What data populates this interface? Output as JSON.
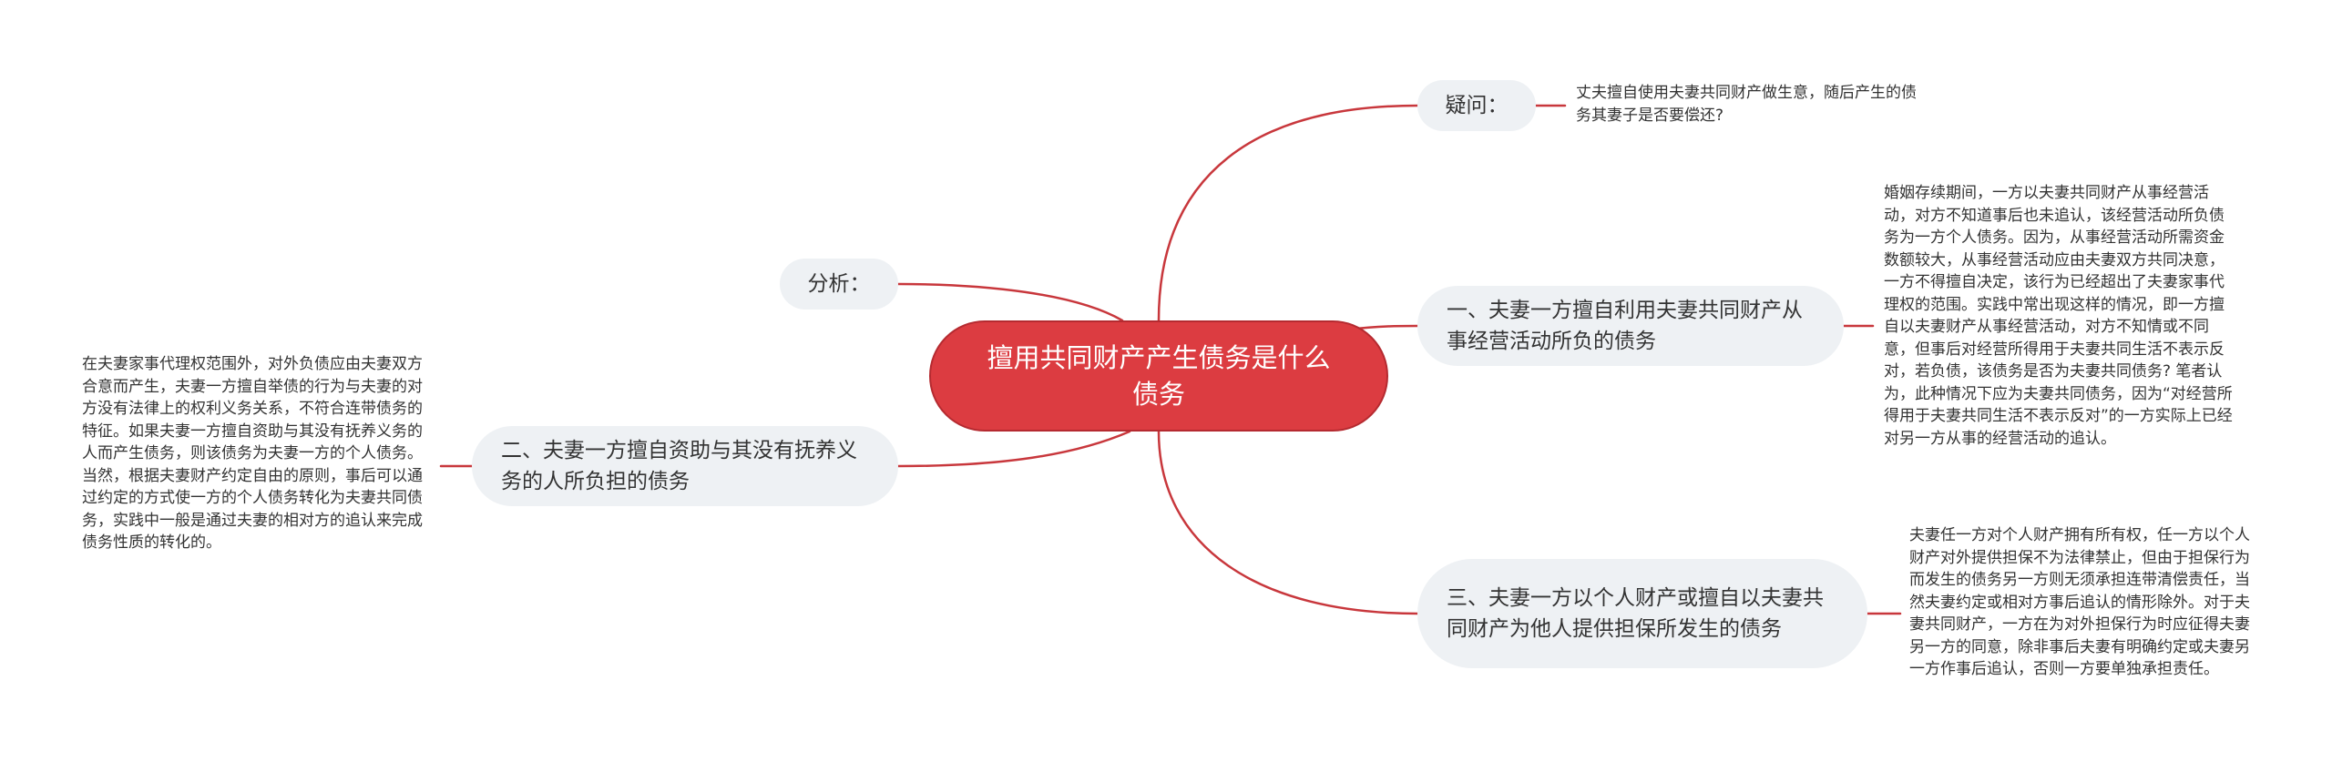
{
  "root": {
    "text": "擅用共同财产产生债务是什么债务"
  },
  "branches": {
    "yiwen": {
      "label": "疑问：",
      "leaf": "丈夫擅自使用夫妻共同财产做生意，随后产生的债务其妻子是否要偿还?"
    },
    "fenxi": {
      "label": "分析："
    },
    "one": {
      "label": "一、夫妻一方擅自利用夫妻共同财产从事经营活动所负的债务",
      "leaf": "婚姻存续期间，一方以夫妻共同财产从事经营活动，对方不知道事后也未追认，该经营活动所负债务为一方个人债务。因为，从事经营活动所需资金数额较大，从事经营活动应由夫妻双方共同决意，一方不得擅自决定，该行为已经超出了夫妻家事代理权的范围。实践中常出现这样的情况，即一方擅自以夫妻财产从事经营活动，对方不知情或不同意，但事后对经营所得用于夫妻共同生活不表示反对，若负债，该债务是否为夫妻共同债务? 笔者认为，此种情况下应为夫妻共同债务，因为“对经营所得用于夫妻共同生活不表示反对”的一方实际上已经对另一方从事的经营活动的追认。"
    },
    "two": {
      "label": "二、夫妻一方擅自资助与其没有抚养义务的人所负担的债务",
      "leaf": "在夫妻家事代理权范围外，对外负债应由夫妻双方合意而产生，夫妻一方擅自举债的行为与夫妻的对方没有法律上的权利义务关系，不符合连带债务的特征。如果夫妻一方擅自资助与其没有抚养义务的人而产生债务，则该债务为夫妻一方的个人债务。当然，根据夫妻财产约定自由的原则，事后可以通过约定的方式使一方的个人债务转化为夫妻共同债务，实践中一般是通过夫妻的相对方的追认来完成债务性质的转化的。"
    },
    "three": {
      "label": "三、夫妻一方以个人财产或擅自以夫妻共同财产为他人提供担保所发生的债务",
      "leaf": "夫妻任一方对个人财产拥有所有权，任一方以个人财产对外提供担保不为法律禁止，但由于担保行为而发生的债务另一方则无须承担连带清偿责任，当然夫妻约定或相对方事后追认的情形除外。对于夫妻共同财产，一方在为对外担保行为时应征得夫妻另一方的同意，除非事后夫妻有明确约定或夫妻另一方作事后追认，否则一方要单独承担责任。"
    }
  },
  "colors": {
    "root_fill": "#dc3c41",
    "branch_fill": "#eef1f4",
    "link": "#c8373c",
    "text": "#333333"
  }
}
